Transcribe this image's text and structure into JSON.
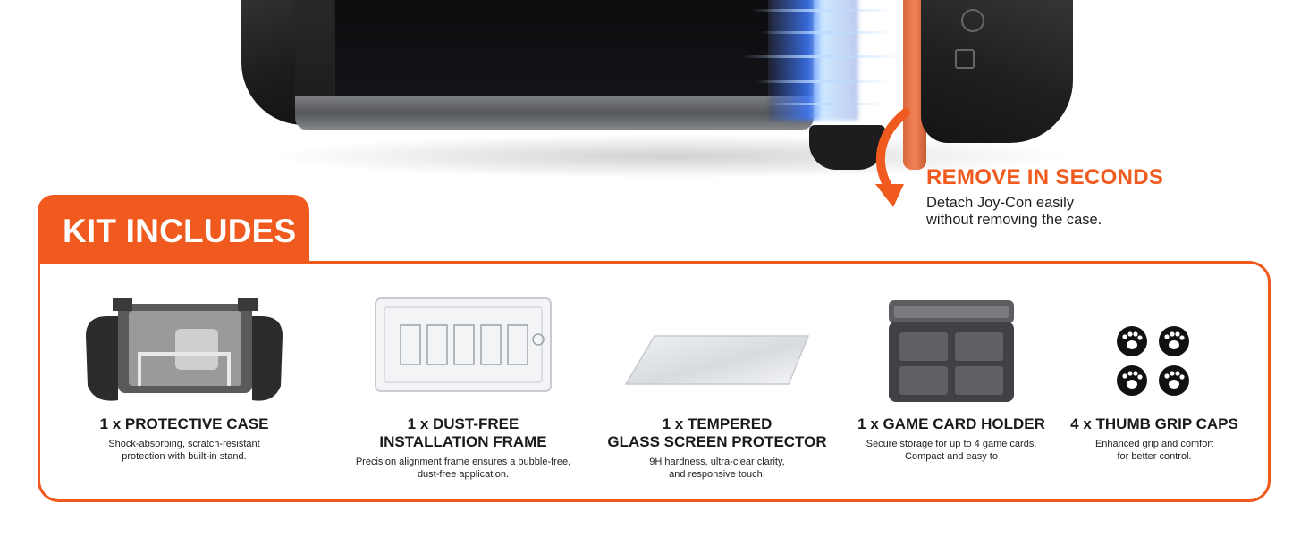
{
  "callout": {
    "title": "REMOVE IN SECONDS",
    "desc_line1": "Detach Joy-Con easily",
    "desc_line2": "without removing the case."
  },
  "kit": {
    "title": "KIT INCLUDES",
    "accent_color": "#f05a1e",
    "items": [
      {
        "title_line1": "1 x PROTECTIVE CASE",
        "title_line2": "",
        "desc_line1": "Shock-absorbing, scratch-resistant",
        "desc_line2": "protection with built-in stand."
      },
      {
        "title_line1": "1 x DUST-FREE",
        "title_line2": "INSTALLATION FRAME",
        "desc_line1": "Precision alignment frame ensures a bubble-free,",
        "desc_line2": "dust-free application."
      },
      {
        "title_line1": "1 x TEMPERED",
        "title_line2": "GLASS SCREEN PROTECTOR",
        "desc_line1": "9H hardness, ultra-clear clarity,",
        "desc_line2": "and responsive touch."
      },
      {
        "title_line1": "1 x GAME CARD HOLDER",
        "title_line2": "",
        "desc_line1": "Secure storage for up to 4 game cards.",
        "desc_line2": "Compact and easy to"
      },
      {
        "title_line1": "4 x THUMB GRIP CAPS",
        "title_line2": "",
        "desc_line1": "Enhanced grip and comfort",
        "desc_line2": "for better control."
      }
    ]
  }
}
